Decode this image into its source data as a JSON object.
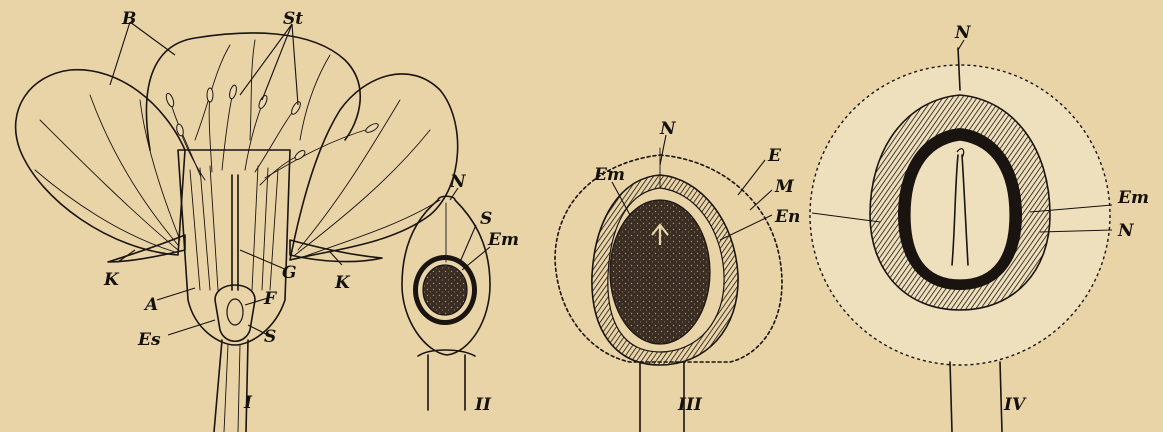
{
  "figure": {
    "panels": [
      {
        "id": "I",
        "label": "I",
        "callouts": [
          "B",
          "St",
          "K",
          "K",
          "G",
          "A",
          "F",
          "Es",
          "S"
        ]
      },
      {
        "id": "II",
        "label": "II",
        "callouts": [
          "N",
          "S",
          "Em"
        ]
      },
      {
        "id": "III",
        "label": "III",
        "callouts": [
          "Em",
          "N",
          "E",
          "M",
          "En"
        ]
      },
      {
        "id": "IV",
        "label": "IV",
        "callouts": [
          "N",
          "Em",
          "N"
        ]
      }
    ]
  },
  "style": {
    "paper_color": "#e9d4a8",
    "ink_color": "#1a1410"
  }
}
